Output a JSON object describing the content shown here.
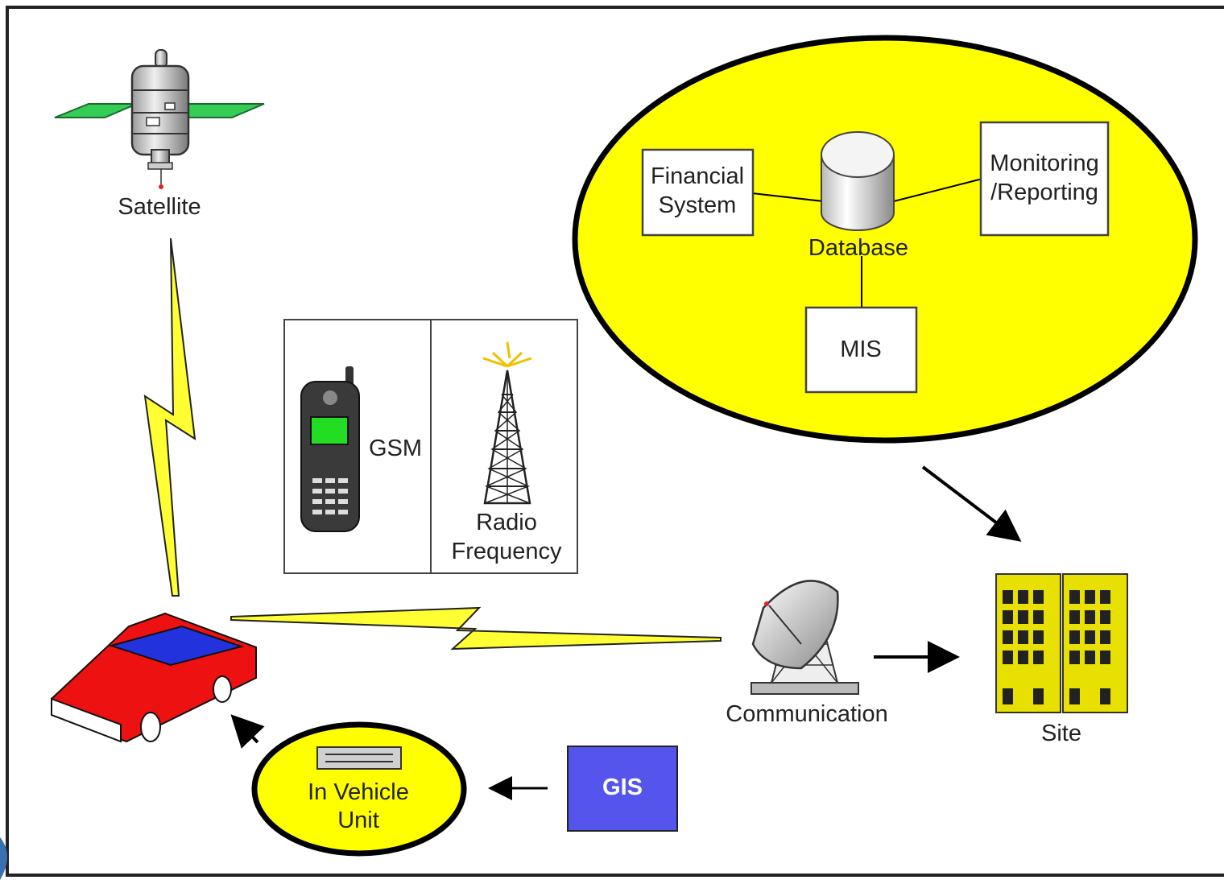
{
  "diagram": {
    "nodes": {
      "satellite": "Satellite",
      "gsm": "GSM",
      "radio_frequency": [
        "Radio",
        "Frequency"
      ],
      "financial_system": [
        "Financial",
        "System"
      ],
      "database": "Database",
      "monitoring_reporting": [
        "Monitoring",
        "/Reporting"
      ],
      "mis": "MIS",
      "communication": "Communication",
      "site": "Site",
      "in_vehicle_unit": [
        "In Vehicle",
        "Unit"
      ],
      "gis": "GIS"
    },
    "colors": {
      "ellipse_fill": "#ffff00",
      "lightning": "#ffff33",
      "car_body": "#ee1111",
      "car_window": "#2233dd",
      "gis_box": "#5555ee",
      "building": "#e8e000",
      "solar_panel": "#33cc55",
      "phone_screen": "#22dd22"
    }
  }
}
